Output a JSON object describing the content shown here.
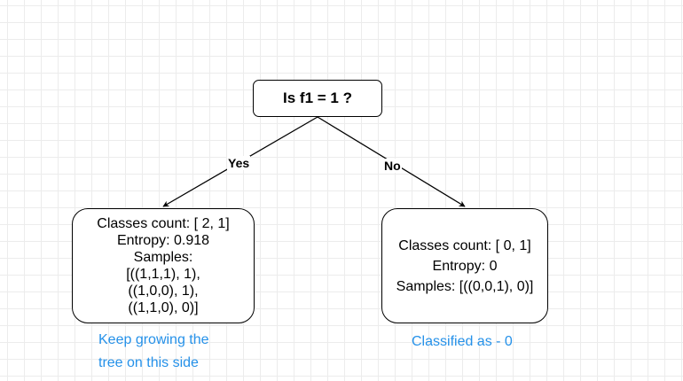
{
  "root": {
    "label": "Is f1 = 1 ?"
  },
  "edges": {
    "yes": "Yes",
    "no": "No"
  },
  "left_node": {
    "lines": [
      "Classes count: [ 2, 1]",
      "Entropy: 0.918",
      "Samples:",
      "[((1,1,1), 1),",
      "((1,0,0), 1),",
      "((1,1,0), 0)]"
    ]
  },
  "right_node": {
    "lines": [
      "Classes count: [ 0, 1]",
      "Entropy: 0",
      "Samples: [((0,0,1), 0)]"
    ]
  },
  "annotations": {
    "left_line1": "Keep growing the",
    "left_line2": "tree on this side",
    "right": "Classified as - 0"
  },
  "colors": {
    "annotation": "#2591e9",
    "stroke": "#000000",
    "grid": "#ececec"
  }
}
